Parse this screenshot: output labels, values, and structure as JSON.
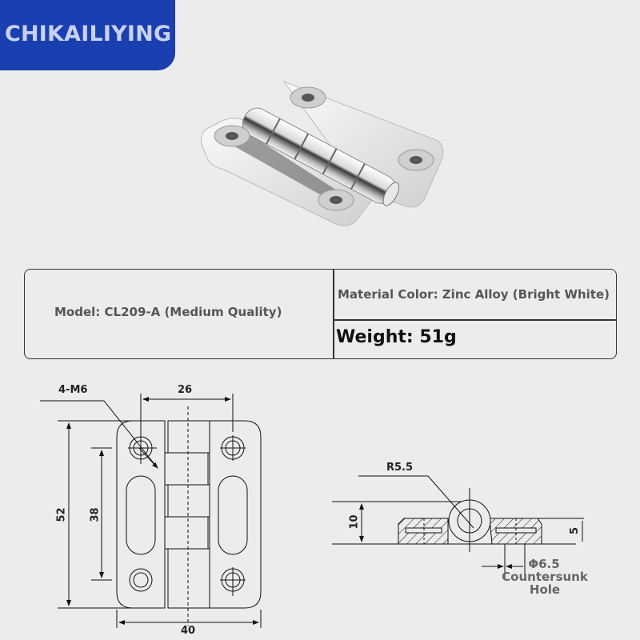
{
  "brand": {
    "name": "CHIKAILIYING",
    "color": "#1a3fb0"
  },
  "product_photo": {
    "alt": "Chrome zinc alloy hinge with 4 countersunk holes"
  },
  "spec_table": {
    "model": "Model: CL209-A (Medium Quality)",
    "material": "Material Color: Zinc Alloy (Bright White)",
    "weight": "Weight: 51g"
  },
  "front_view": {
    "hole_label": "4-M6",
    "dim_hole_spacing_x": "26",
    "dim_height": "52",
    "dim_hole_spacing_y": "38",
    "dim_width": "40"
  },
  "side_view": {
    "radius_label": "R5.5",
    "dim_total_height": "10",
    "dim_leaf_thickness": "5",
    "hole_diameter": "Φ6.5",
    "hole_type_line1": "Countersunk",
    "hole_type_line2": "Hole"
  }
}
